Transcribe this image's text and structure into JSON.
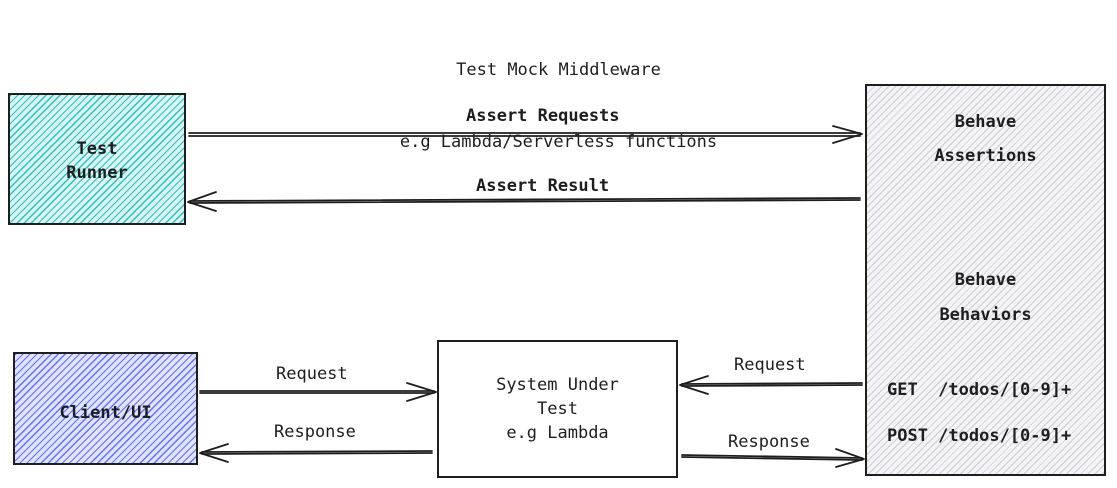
{
  "title": {
    "line1": "Test Mock Middleware",
    "line2": "e.g Lambda/Serverless functions"
  },
  "boxes": {
    "test_runner": {
      "line1": "Test",
      "line2": "Runner",
      "color": "#12b8b2"
    },
    "client_ui": {
      "label": "Client/UI",
      "color": "#505ef0"
    },
    "system_under_test": {
      "line1": "System Under",
      "line2": "Test",
      "line3": "e.g Lambda"
    },
    "behave": {
      "assertions_line1": "Behave",
      "assertions_line2": "Assertions",
      "behaviors_line1": "Behave",
      "behaviors_line2": "Behaviors",
      "route_get": "GET  /todos/[0-9]+",
      "route_post": "POST /todos/[0-9]+"
    }
  },
  "arrows": {
    "assert_requests": "Assert Requests",
    "assert_result": "Assert Result",
    "client_request": "Request",
    "client_response": "Response",
    "behave_request": "Request",
    "behave_response": "Response"
  }
}
